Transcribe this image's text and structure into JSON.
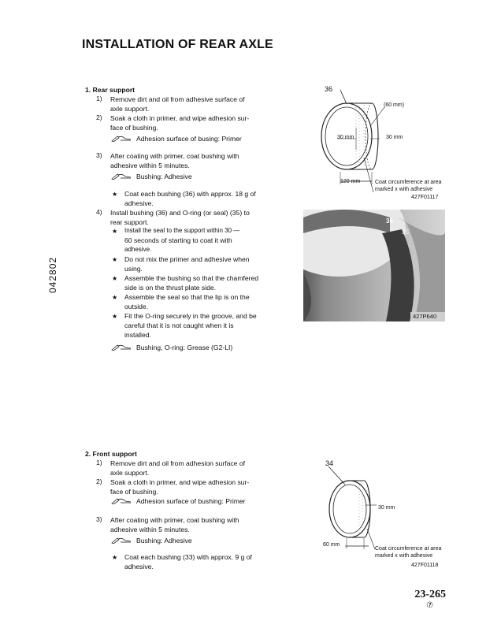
{
  "page_title": "INSTALLATION OF REAR AXLE",
  "side_code": "042802",
  "s1": {
    "heading": "1.  Rear support",
    "step1_num": "1)",
    "step1_l1": "Remove dirt and oil from adhesive surface of",
    "step1_l2": "axle support.",
    "step2_num": "2)",
    "step2_l1": "Soak a cloth in primer, and wipe adhesion sur-",
    "step2_l2": "face of bushing.",
    "mat1": "Adhesion surface of busing: Primer",
    "step3_num": "3)",
    "step3_l1": "After coating with primer, coat bushing with",
    "step3_l2": "adhesive within 5 minutes.",
    "mat2": "Bushing: Adhesive",
    "note1_l1": "Coat each bushing (36) with approx. 18 g of",
    "note1_l2": "adhesive.",
    "step4_num": "4)",
    "step4_l1": "Install bushing (36) and O-ring (or seal) (35) to",
    "step4_l2": "rear support.",
    "b1_l1": "Install the seal to the support within 30 —",
    "b1_l2": "60 seconds of starting to coat it with",
    "b1_l3": "adhesive.",
    "b2_l1": "Do not mix the primer and adhesive when",
    "b2_l2": "using.",
    "b3_l1": "Assemble the bushing so that the chamfered",
    "b3_l2": "side is on the thrust plate side.",
    "b4_l1": "Assemble the seal so that the lip is on the",
    "b4_l2": "outside.",
    "b5_l1": "Fit the O-ring securely in the groove, and be",
    "b5_l2": "careful that it is not caught when it is",
    "b5_l3": "installed.",
    "mat3": "Bushing, O-ring: Grease (G2-LI)"
  },
  "fig1": {
    "part": "36",
    "dim_top": "(60 mm)",
    "dim_left": "30 mm",
    "dim_right": "30 mm",
    "dim_bottom": "120 mm",
    "note_l1": "Coat circumference at area",
    "note_l2": "marked x with adhesive",
    "code": "427F01117"
  },
  "photo": {
    "label_a": "36",
    "label_b": "35",
    "code": "427P640"
  },
  "s2": {
    "heading": "2.  Front support",
    "step1_num": "1)",
    "step1_l1": "Remove dirt and oil from adhesion surface of",
    "step1_l2": "axle support.",
    "step2_num": "2)",
    "step2_l1": "Soak a cloth in primer, and wipe adhesion sur-",
    "step2_l2": "face of bushing.",
    "mat1": "Adhesion surface of bushing: Primer",
    "step3_num": "3)",
    "step3_l1": "After coating with primer, coat bushing with",
    "step3_l2": "adhesive within 5 minutes.",
    "mat2": "Bushing: Adhesive",
    "note1_l1": "Coat each bushing (33) with approx. 9 g of",
    "note1_l2": "adhesive."
  },
  "fig2": {
    "part": "34",
    "dim_right": "30 mm",
    "dim_bottom": "60 mm",
    "note_l1": "Coat circumference at area",
    "note_l2": "marked x with adhesive",
    "code": "427F01118"
  },
  "page_number": "23-265",
  "page_mark": "⑦"
}
